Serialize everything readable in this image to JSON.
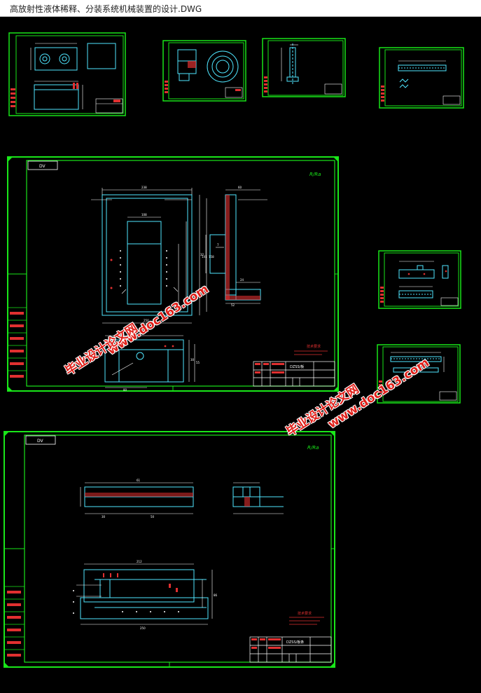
{
  "window": {
    "title": "高放射性液体稀释、分装系统机械装置的设计.DWG"
  },
  "colors": {
    "background": "#000000",
    "frame": "#19e619",
    "drawing": "#4fe6ff",
    "dimension": "#ffffff",
    "accent_red": "#e03030",
    "watermark": "#e0201a"
  },
  "watermark": {
    "line1": "www.doc163.com",
    "line2": "毕业设计论文网"
  },
  "sheets": [
    {
      "id": "sheet-1",
      "title_block_name": "",
      "tag": "",
      "note": ""
    },
    {
      "id": "sheet-2",
      "title_block_name": "",
      "tag": "",
      "note": ""
    },
    {
      "id": "sheet-3",
      "title_block_name": "",
      "tag": "",
      "note": ""
    },
    {
      "id": "sheet-4",
      "title_block_name": "",
      "tag": "",
      "note": ""
    },
    {
      "id": "sheet-5",
      "title_block_name": "DZSS/板",
      "tag": "DV",
      "note": "技术要求"
    },
    {
      "id": "sheet-6",
      "title_block_name": "",
      "tag": "",
      "note": ""
    },
    {
      "id": "sheet-7",
      "title_block_name": "",
      "tag": "",
      "note": ""
    },
    {
      "id": "sheet-8",
      "title_block_name": "DZSS/板条",
      "tag": "DV",
      "note": "技术要求"
    }
  ]
}
